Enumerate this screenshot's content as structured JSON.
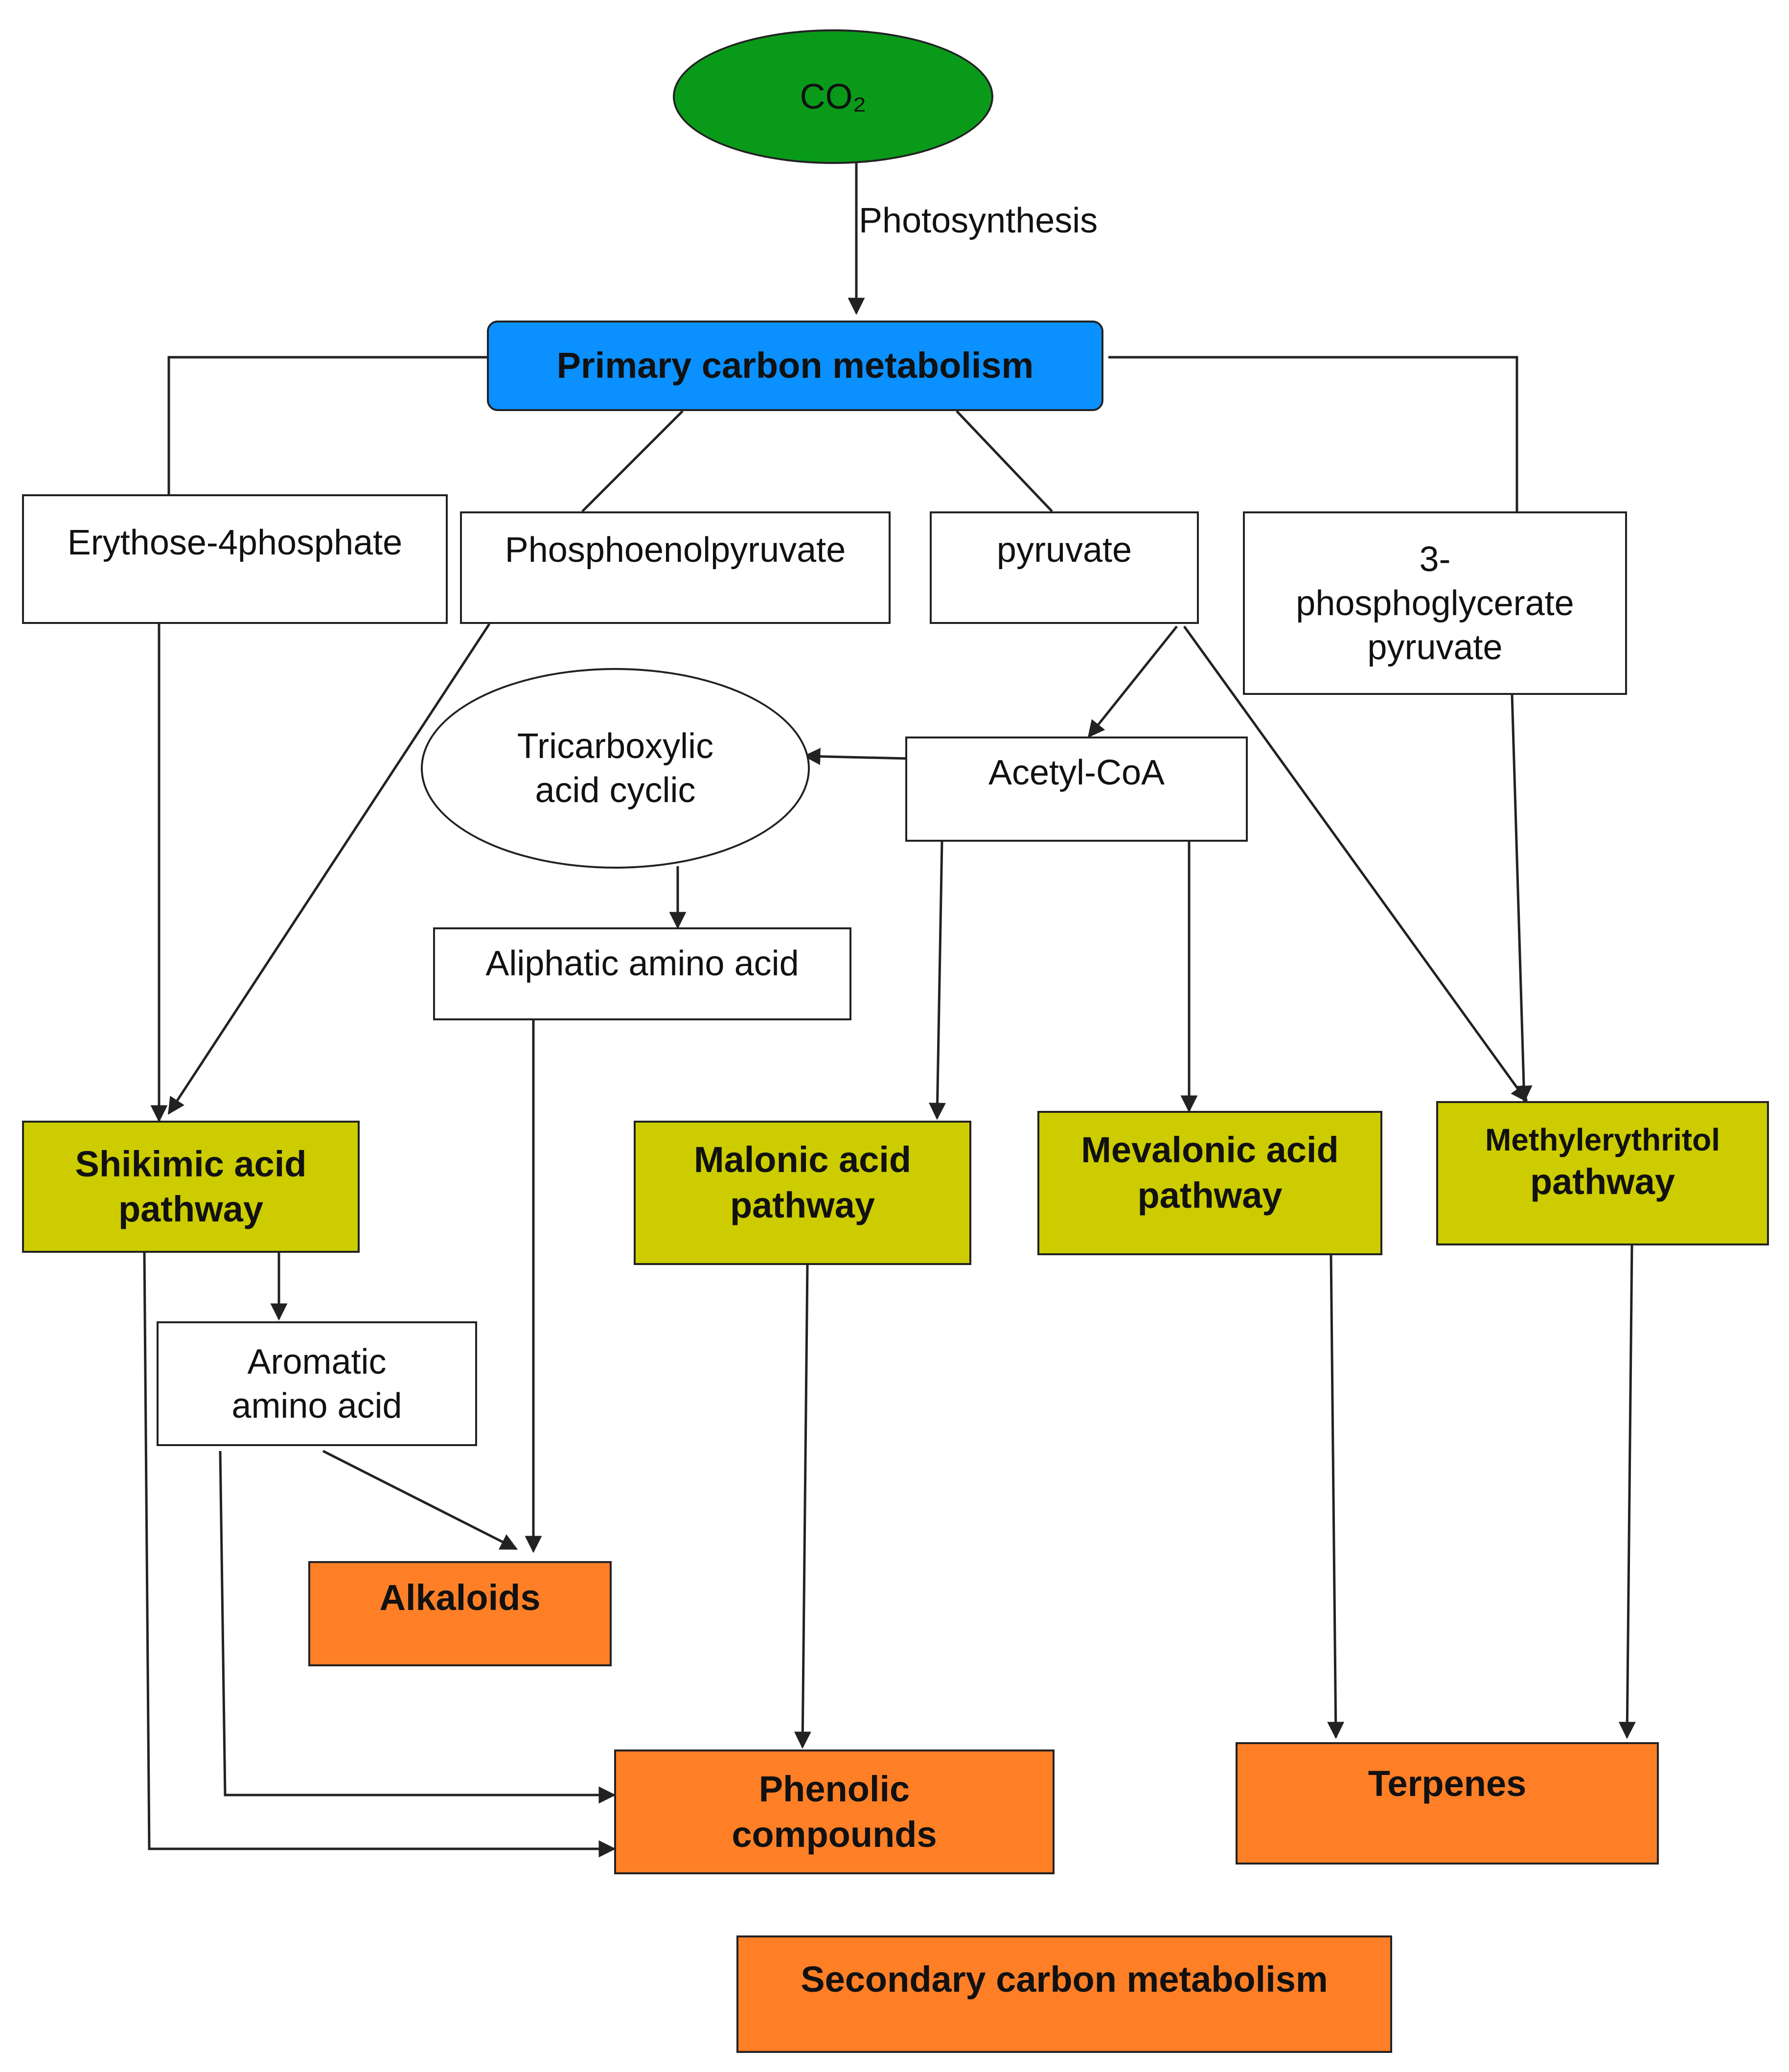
{
  "colors": {
    "co2_fill": "#0a9a1a",
    "primary_fill": "#0b90ff",
    "pathway_fill": "#cccc00",
    "product_fill": "#ff7f27",
    "box_fill": "#ffffff",
    "line": "#222222"
  },
  "nodes": {
    "co2": "CO₂",
    "primary": "Primary carbon metabolism",
    "erythrose": "Erythose-4phosphate",
    "pep": "Phosphoenolpyruvate",
    "pyruvate": "pyruvate",
    "phosphoglycerate_line1": "3-",
    "phosphoglycerate_line2": "phosphoglycerate",
    "phosphoglycerate_line3": "pyruvate",
    "tca_line1": "Tricarboxylic",
    "tca_line2": "acid cyclic",
    "acetyl": "Acetyl-CoA",
    "aliphatic": "Aliphatic amino acid",
    "shikimic_line1": "Shikimic acid",
    "shikimic_line2": "pathway",
    "malonic_line1": "Malonic acid",
    "malonic_line2": "pathway",
    "mevalonic_line1": "Mevalonic acid",
    "mevalonic_line2": "pathway",
    "methyl_line1": "Methylerythritol",
    "methyl_line2": "pathway",
    "aromatic_line1": "Aromatic",
    "aromatic_line2": "amino acid",
    "alkaloids": "Alkaloids",
    "phenolic_line1": "Phenolic",
    "phenolic_line2": "compounds",
    "terpenes": "Terpenes",
    "secondary": "Secondary carbon metabolism"
  },
  "edge_labels": {
    "photosynthesis": "Photosynthesis"
  }
}
